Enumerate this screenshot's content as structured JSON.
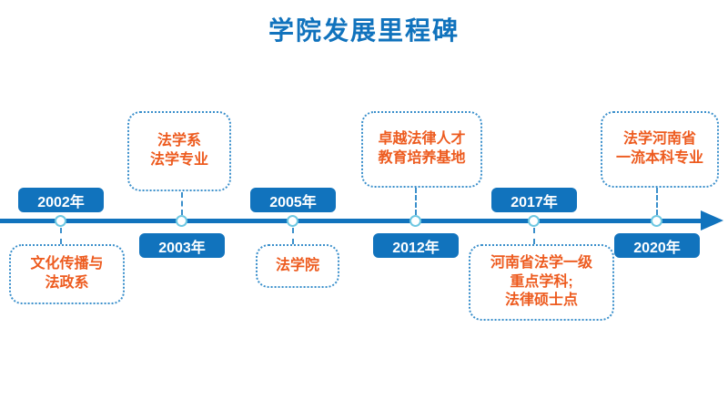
{
  "title": "学院发展里程碑",
  "colors": {
    "blue": "#1173bd",
    "orange": "#ed5b1f",
    "dot-stroke": "#6ec8e2",
    "dash": "#3a8fcb"
  },
  "timeline": {
    "direction": "left-to-right-arrow",
    "milestones": [
      {
        "year": "2002年",
        "year_side": "above",
        "callout_side": "below",
        "callout_lines": [
          "文化传播与",
          "法政系"
        ]
      },
      {
        "year": "2003年",
        "year_side": "below",
        "callout_side": "above",
        "callout_lines": [
          "法学系",
          "法学专业"
        ]
      },
      {
        "year": "2005年",
        "year_side": "above",
        "callout_side": "below",
        "callout_lines": [
          "法学院"
        ]
      },
      {
        "year": "2012年",
        "year_side": "below",
        "callout_side": "above",
        "callout_lines": [
          "卓越法律人才",
          "教育培养基地"
        ]
      },
      {
        "year": "2017年",
        "year_side": "above",
        "callout_side": "below",
        "callout_lines": [
          "河南省法学一级",
          "重点学科;",
          "法律硕士点"
        ]
      },
      {
        "year": "2020年",
        "year_side": "below",
        "callout_side": "above",
        "callout_lines": [
          "法学河南省",
          "一流本科专业"
        ]
      }
    ]
  }
}
